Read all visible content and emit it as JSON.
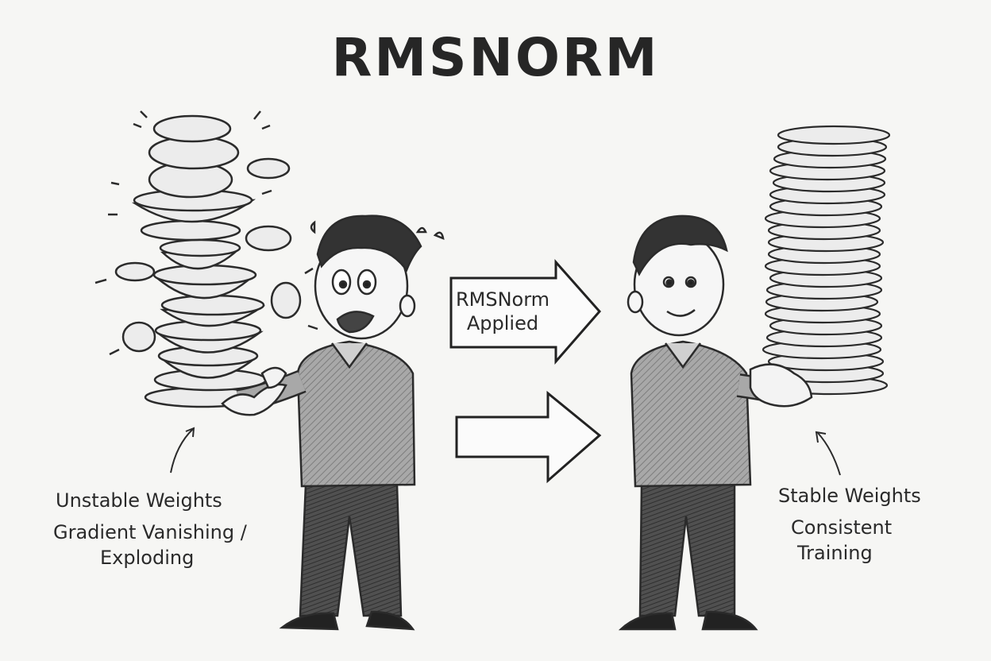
{
  "title": "RMSNORM",
  "arrow_label_line1": "RMSNorm",
  "arrow_label_line2": "Applied",
  "left_caption_line1": "Unstable Weights",
  "left_caption_line2": "Gradient Vanishing /",
  "left_caption_line3": "Exploding",
  "right_caption_line1": "Stable Weights",
  "right_caption_line2": "Consistent",
  "right_caption_line3": "Training",
  "colors": {
    "background": "#f6f6f4",
    "ink": "#262626",
    "sweater": "#9a9a9a",
    "pants": "#4a4a4a",
    "plate": "#ededed"
  }
}
